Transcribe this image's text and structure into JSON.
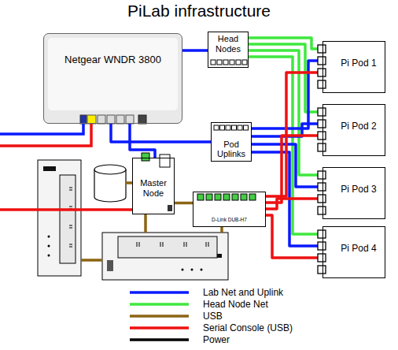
{
  "diagram": {
    "title": "PiLab infrastructure",
    "nodes": [
      {
        "text": [
          "Netgear WNDR 3800"
        ]
      },
      {
        "text": [
          "Head Nodes"
        ]
      },
      {
        "text": [
          "Pi Pod 1"
        ]
      },
      {
        "text": [
          "Pi Pod 2"
        ]
      },
      {
        "text": [
          "Pod Uplinks"
        ]
      },
      {
        "text": [
          "Master Node"
        ]
      },
      {
        "text": [
          "Pi Pod 3"
        ]
      },
      {
        "text": [
          "D-Link DUB-H7"
        ]
      },
      {
        "text": [
          "Pi Pod 4"
        ]
      }
    ],
    "edges": [
      {
        "from": 0,
        "to": 1,
        "arrow": "none"
      },
      {
        "from": 0,
        "to": 4,
        "arrow": "none"
      },
      {
        "from": 0,
        "to": 5,
        "arrow": "none"
      },
      {
        "from": 1,
        "to": 2,
        "arrow": "none"
      },
      {
        "from": 1,
        "to": 3,
        "arrow": "none"
      },
      {
        "from": 1,
        "to": 6,
        "arrow": "none"
      },
      {
        "from": 1,
        "to": 8,
        "arrow": "none"
      },
      {
        "from": 4,
        "to": 2,
        "arrow": "none"
      },
      {
        "from": 4,
        "to": 3,
        "arrow": "none"
      },
      {
        "from": 4,
        "to": 6,
        "arrow": "none"
      },
      {
        "from": 4,
        "to": 8,
        "arrow": "none"
      },
      {
        "from": 5,
        "to": 7,
        "arrow": "none"
      },
      {
        "from": 7,
        "to": 2,
        "arrow": "none"
      },
      {
        "from": 7,
        "to": 3,
        "arrow": "none"
      },
      {
        "from": 7,
        "to": 6,
        "arrow": "none"
      },
      {
        "from": 7,
        "to": 8,
        "arrow": "none"
      }
    ],
    "legend": [
      {
        "text": "Lab Net and Uplink"
      },
      {
        "text": "Head Node Net"
      },
      {
        "text": "USB"
      },
      {
        "text": "Serial Console (USB)"
      },
      {
        "text": "Power"
      }
    ]
  }
}
